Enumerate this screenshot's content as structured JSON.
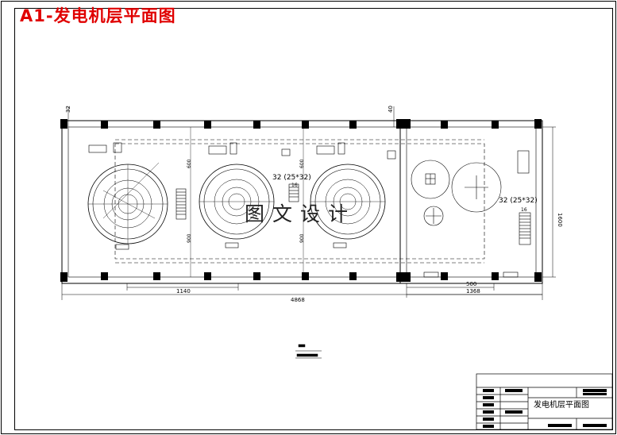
{
  "drawing": {
    "heading": "A1-发电机层平面图",
    "watermark": "图文设计",
    "title_block_name": "发电机层平面图",
    "dimensions": {
      "top_left": "32",
      "top_mid": "40",
      "span_1140": "1140",
      "span_4868": "4868",
      "span_500": "500",
      "span_1368": "1368",
      "right_1600": "1600",
      "left_600": "600",
      "left_900": "900",
      "mid_600": "600",
      "mid_900": "900"
    },
    "annotations": {
      "crane_rail_1": "32 (25*32)",
      "crane_rail_2": "32 (25*32)",
      "stair_number": "16",
      "stair_number_right": "16"
    }
  }
}
